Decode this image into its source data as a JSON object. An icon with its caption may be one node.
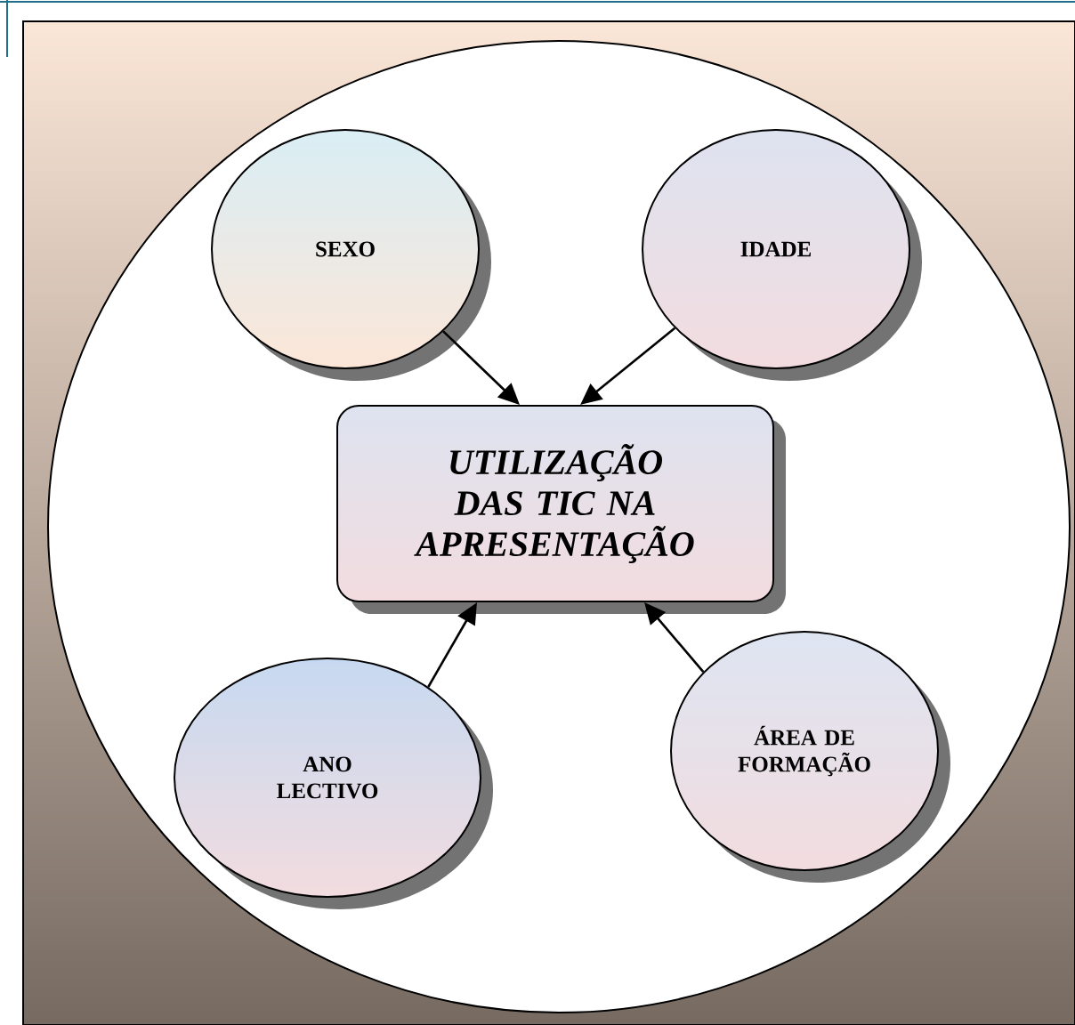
{
  "diagram": {
    "nodes": [
      {
        "text": [],
        "shape": "ellipse"
      },
      {
        "text": [
          "SEXO"
        ],
        "in": 0
      },
      {
        "text": [
          "IDADE"
        ],
        "in": 0
      },
      {
        "text": [
          "UTILIZAÇÃO DAS TIC NA APRESENTAÇÃO"
        ],
        "in": 0
      },
      {
        "text": [
          "ANO LECTIVO"
        ],
        "in": 0
      },
      {
        "text": [
          "ÁREA DE FORMAÇÃO"
        ],
        "in": 0
      }
    ],
    "edges": [
      {
        "from": 1,
        "to": 3,
        "arrow": "to"
      },
      {
        "from": 2,
        "to": 3,
        "arrow": "to"
      },
      {
        "from": 4,
        "to": 3,
        "arrow": "to"
      },
      {
        "from": 5,
        "to": 3,
        "arrow": "to"
      }
    ]
  }
}
